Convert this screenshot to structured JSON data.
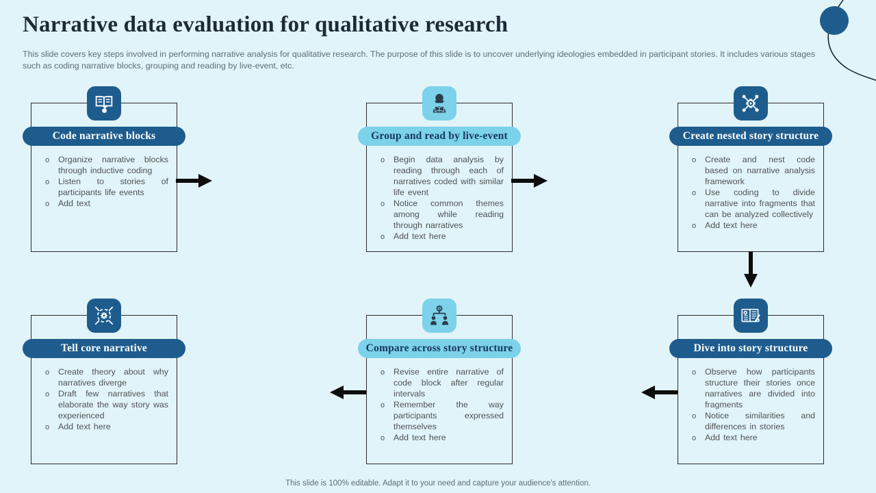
{
  "page": {
    "title": "Narrative data evaluation for qualitative research",
    "subtitle": "This slide covers key steps involved in performing narrative analysis for qualitative research. The purpose of this slide is to uncover underlying ideologies embedded in participant stories. It includes various stages such as coding narrative blocks, grouping and reading by live-event,  etc.",
    "footer": "This slide is 100% editable. Adapt it to your need and capture your audience's attention."
  },
  "colors": {
    "background": "#e1f4f9",
    "dark_blue": "#1e5c8d",
    "light_blue": "#7cd2e8",
    "pill_dark_text": "#17375e",
    "body_text": "#4e5254",
    "muted_text": "#5d6d75",
    "title_text": "#1e2b36",
    "arrow": "#0d0d0d"
  },
  "steps": [
    {
      "title": "Code narrative blocks",
      "variant": "dark",
      "icon": "open-book-hand-icon",
      "bullets": [
        "Organize narrative blocks through inductive coding",
        "Listen to stories of participants life events",
        "Add text"
      ]
    },
    {
      "title": "Group and read by live-event",
      "variant": "light",
      "icon": "person-reading-icon",
      "bullets": [
        "Begin data analysis by reading through each of narratives coded with similar life event",
        "Notice common themes among while reading through narratives",
        "Add text here"
      ]
    },
    {
      "title": "Create nested story structure",
      "variant": "dark",
      "icon": "nested-structure-icon",
      "bullets": [
        "Create and nest code based on narrative analysis framework",
        "Use coding to divide narrative into fragments that can be analyzed collectively",
        "Add text here"
      ]
    },
    {
      "title": "Tell core narrative",
      "variant": "dark",
      "icon": "target-gear-icon",
      "bullets": [
        "Create theory about why narratives diverge",
        "Draft few narratives that elaborate the way story was experienced",
        "Add text here"
      ]
    },
    {
      "title": "Compare across story structure",
      "variant": "light",
      "icon": "hierarchy-people-icon",
      "bullets": [
        "Revise entire narrative of code block after regular intervals",
        "Remember the way participants expressed themselves",
        "Add text here"
      ]
    },
    {
      "title": "Dive into story structure",
      "variant": "dark",
      "icon": "notebook-pen-icon",
      "bullets": [
        "Observe how participants structure their stories once narratives are divided into fragments",
        "Notice similarities and differences in stories",
        "Add text here"
      ]
    }
  ]
}
